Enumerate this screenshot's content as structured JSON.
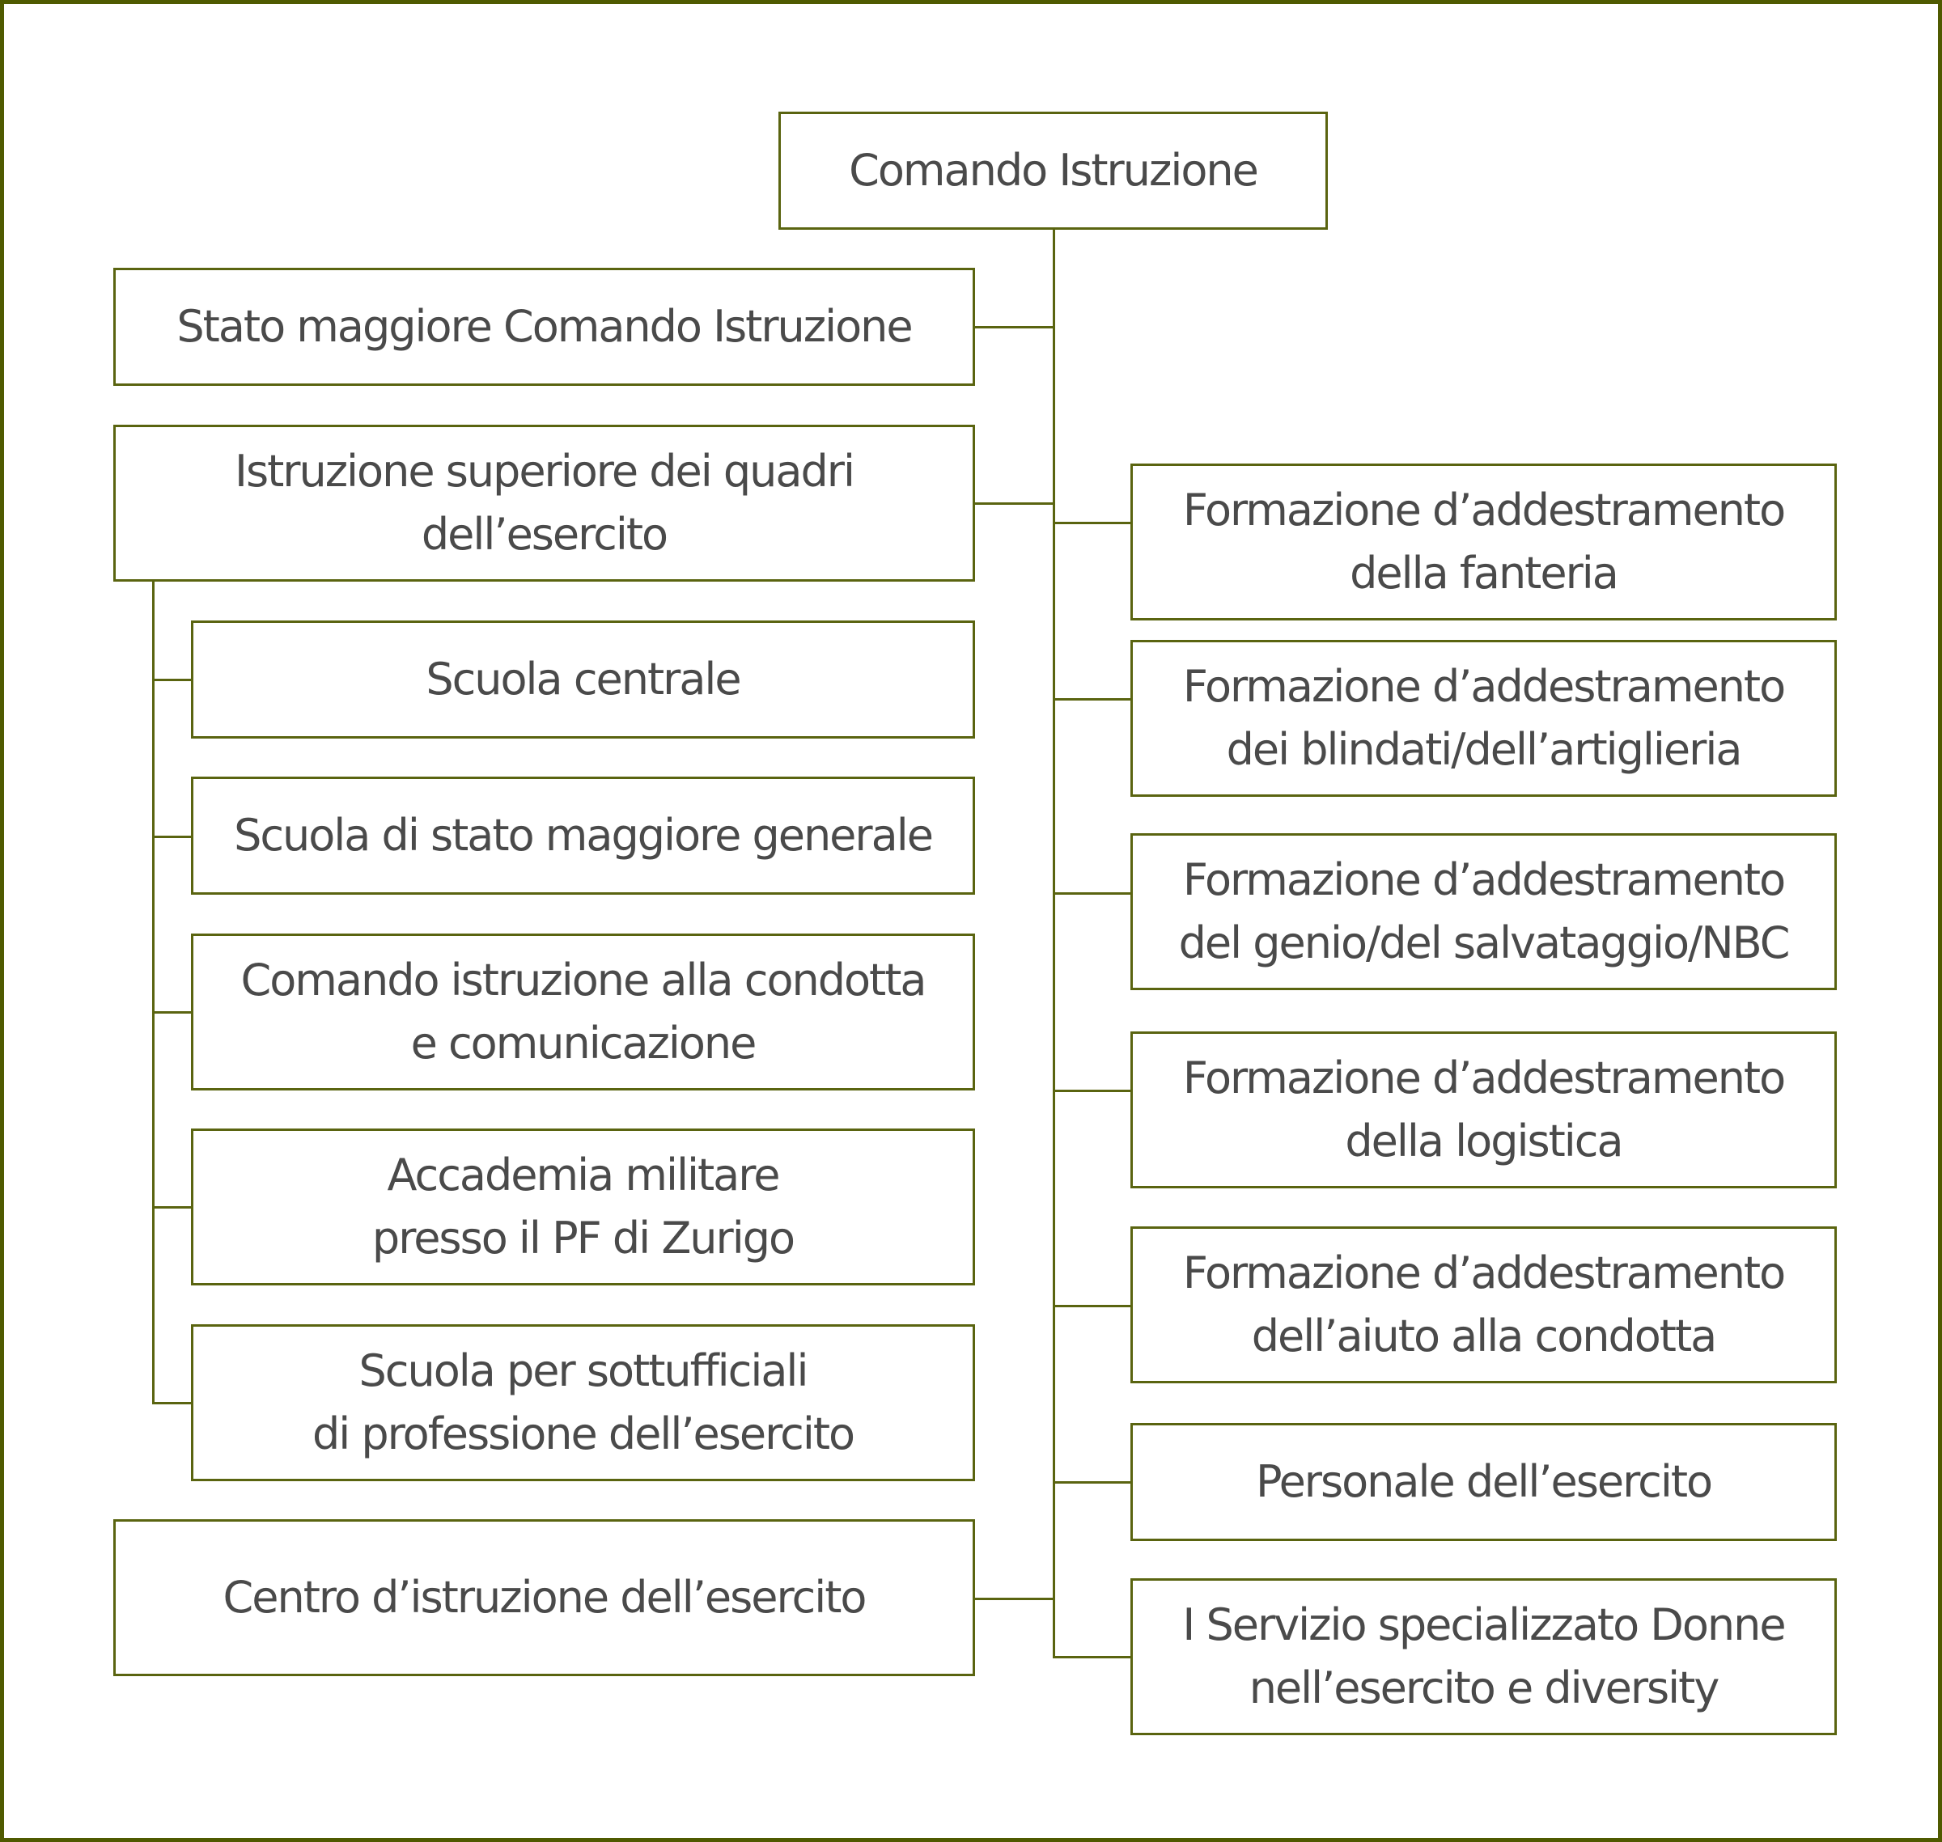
{
  "diagram": {
    "root": {
      "label": "Comando Istruzione"
    },
    "left_nodes": [
      {
        "id": "stato-maggiore",
        "label": "Stato maggiore Comando Istruzione"
      },
      {
        "id": "istruzione-superiore",
        "label": "Istruzione superiore dei quadri\ndell’esercito",
        "children": [
          {
            "label": "Scuola centrale"
          },
          {
            "label": "Scuola di stato maggiore generale"
          },
          {
            "label": "Comando istruzione alla condotta\ne comunicazione"
          },
          {
            "label": "Accademia militare\npresso il PF di Zurigo"
          },
          {
            "label": "Scuola per sottufficiali\ndi professione dell’esercito"
          }
        ]
      },
      {
        "id": "centro-istruzione",
        "label": "Centro d’istruzione dell’esercito"
      }
    ],
    "right_nodes": [
      {
        "label": "Formazione d’addestramento\ndella fanteria"
      },
      {
        "label": "Formazione d’addestramento\ndei blindati/dell’artiglieria"
      },
      {
        "label": "Formazione d’addestramento\ndel genio/del salvataggio/NBC"
      },
      {
        "label": "Formazione d’addestramento\ndella logistica"
      },
      {
        "label": "Formazione d’addestramento\ndell’aiuto alla condotta"
      },
      {
        "label": "Personale dell’esercito"
      },
      {
        "label": "I Servizio specializzato Donne\nnell’esercito e diversity"
      }
    ]
  },
  "colors": {
    "frame": "#4f5a00",
    "box_border": "#5a6410",
    "text": "#4a4a4a",
    "background": "#ffffff"
  }
}
